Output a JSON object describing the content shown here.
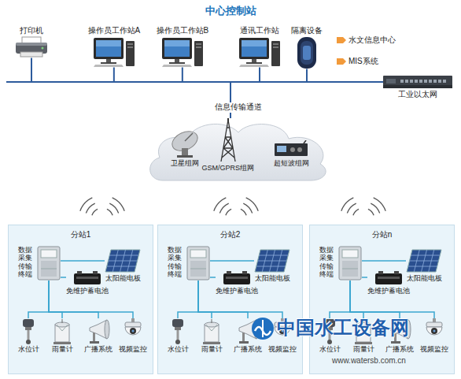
{
  "diagram": {
    "title": "中心控制站",
    "nodes": [
      {
        "text": [
          "打印机"
        ]
      },
      {
        "text": [
          "操作员工作站A"
        ]
      },
      {
        "text": [
          "操作员工作站B"
        ]
      },
      {
        "text": [
          "通讯工作站"
        ]
      },
      {
        "text": [
          "隔离设备"
        ]
      },
      {
        "text": [
          "工业以太网"
        ]
      },
      {
        "text": [
          "信息传输通道"
        ]
      },
      {
        "text": [
          "卫星组网"
        ],
        "in": 6
      },
      {
        "text": [
          "GSM/GPRS组网"
        ],
        "in": 6
      },
      {
        "text": [
          "超短波组网"
        ],
        "in": 6
      },
      {
        "text": [
          "分站1"
        ]
      },
      {
        "text": [
          "数据采集传输终端"
        ],
        "in": 10
      },
      {
        "text": [
          "太阳能电板"
        ],
        "in": 10
      },
      {
        "text": [
          "免维护蓄电池"
        ],
        "in": 10
      },
      {
        "text": [
          "水位计"
        ],
        "in": 10
      },
      {
        "text": [
          "雨量计"
        ],
        "in": 10
      },
      {
        "text": [
          "广播系统"
        ],
        "in": 10
      },
      {
        "text": [
          "视频监控"
        ],
        "in": 10
      },
      {
        "text": [
          "分站2"
        ]
      },
      {
        "text": [
          "数据采集传输终端"
        ],
        "in": 18
      },
      {
        "text": [
          "太阳能电板"
        ],
        "in": 18
      },
      {
        "text": [
          "免维护蓄电池"
        ],
        "in": 18
      },
      {
        "text": [
          "水位计"
        ],
        "in": 18
      },
      {
        "text": [
          "雨量计"
        ],
        "in": 18
      },
      {
        "text": [
          "广播系统"
        ],
        "in": 18
      },
      {
        "text": [
          "视频监控"
        ],
        "in": 18
      },
      {
        "text": [
          "分站n"
        ]
      },
      {
        "text": [
          "数据采集传输终端"
        ],
        "in": 26
      },
      {
        "text": [
          "太阳能电板"
        ],
        "in": 26
      },
      {
        "text": [
          "免维护蓄电池"
        ],
        "in": 26
      },
      {
        "text": [
          "水位计"
        ],
        "in": 26
      },
      {
        "text": [
          "雨量计"
        ],
        "in": 26
      },
      {
        "text": [
          "广播系统"
        ],
        "in": 26
      },
      {
        "text": [
          "视频监控"
        ],
        "in": 26
      }
    ],
    "edges": [
      {
        "from": 0,
        "to": 5,
        "arrow": "none"
      },
      {
        "from": 1,
        "to": 5,
        "arrow": "none"
      },
      {
        "from": 2,
        "to": 5,
        "arrow": "none"
      },
      {
        "from": 3,
        "to": 5,
        "arrow": "none"
      },
      {
        "from": 4,
        "to": 5,
        "arrow": "none"
      },
      {
        "from": 5,
        "to": 6,
        "arrow": "none"
      },
      {
        "from": 11,
        "to": 12,
        "arrow": "none"
      },
      {
        "from": 11,
        "to": 13,
        "arrow": "none"
      },
      {
        "from": 11,
        "to": 14,
        "arrow": "none"
      },
      {
        "from": 11,
        "to": 15,
        "arrow": "none"
      },
      {
        "from": 11,
        "to": 16,
        "arrow": "none"
      },
      {
        "from": 11,
        "to": 17,
        "arrow": "none"
      },
      {
        "from": 19,
        "to": 20,
        "arrow": "none"
      },
      {
        "from": 19,
        "to": 21,
        "arrow": "none"
      },
      {
        "from": 19,
        "to": 22,
        "arrow": "none"
      },
      {
        "from": 19,
        "to": 23,
        "arrow": "none"
      },
      {
        "from": 19,
        "to": 24,
        "arrow": "none"
      },
      {
        "from": 19,
        "to": 25,
        "arrow": "none"
      },
      {
        "from": 27,
        "to": 28,
        "arrow": "none"
      },
      {
        "from": 27,
        "to": 29,
        "arrow": "none"
      },
      {
        "from": 27,
        "to": 30,
        "arrow": "none"
      },
      {
        "from": 27,
        "to": 31,
        "arrow": "none"
      },
      {
        "from": 27,
        "to": 32,
        "arrow": "none"
      },
      {
        "from": 27,
        "to": 33,
        "arrow": "none"
      }
    ],
    "labels": [
      "水文信息中心",
      "MIS系统",
      "中国水工设备网",
      "www.watersb.com.cn"
    ]
  }
}
